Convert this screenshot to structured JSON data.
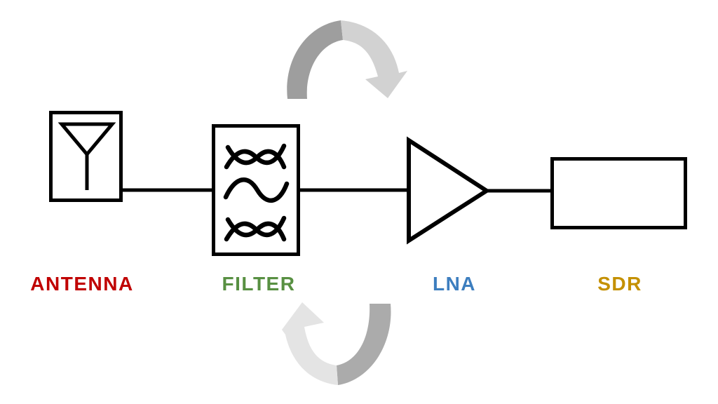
{
  "diagram": {
    "background": "#ffffff",
    "stroke_color": "#000000",
    "blocks": [
      {
        "id": "antenna",
        "label": "ANTENNA",
        "label_color": "#c00000"
      },
      {
        "id": "filter",
        "label": "FILTER",
        "label_color": "#589042"
      },
      {
        "id": "lna",
        "label": "LNA",
        "label_color": "#3d7ebf"
      },
      {
        "id": "sdr",
        "label": "SDR",
        "label_color": "#c49000"
      }
    ],
    "arrows": {
      "top": {
        "dark": "#9e9e9e",
        "light": "#d2d2d2"
      },
      "bottom": {
        "dark": "#ababab",
        "light": "#e4e4e4"
      }
    }
  }
}
